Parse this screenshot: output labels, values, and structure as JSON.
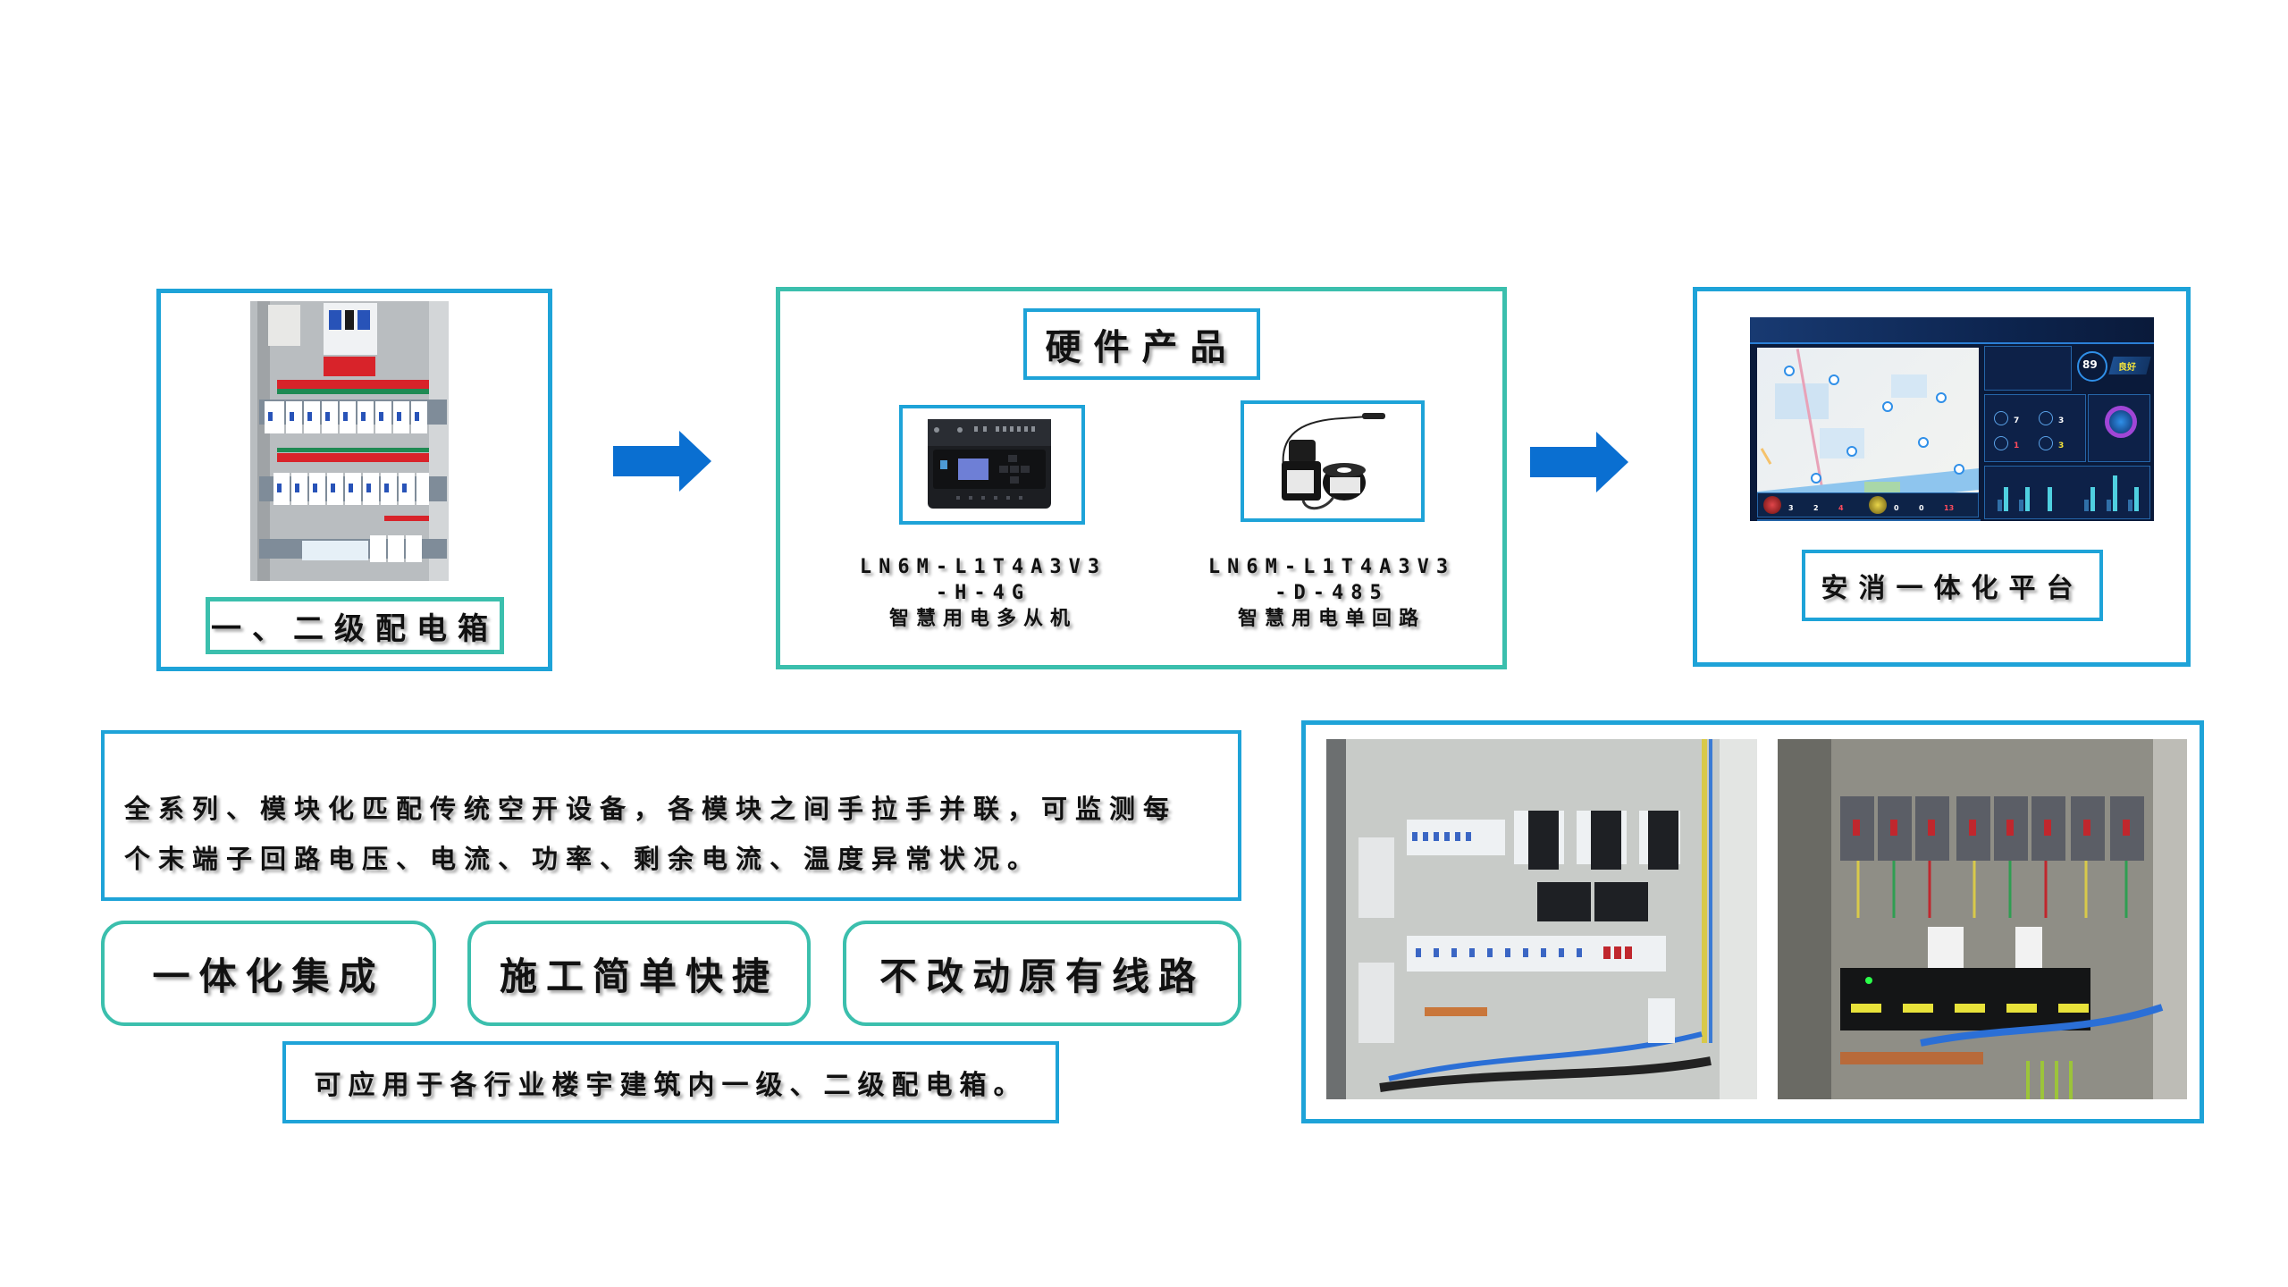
{
  "panel_cabinet": {
    "caption": "一、二级配电箱",
    "photo_icon": "distribution-cabinet-photo"
  },
  "hardware": {
    "title": "硬件产品",
    "products": [
      {
        "model_line1": "LN6M-L1T4A3V3",
        "model_line2": "-H-4G",
        "name": "智慧用电多从机",
        "photo_icon": "multi-slave-device-photo"
      },
      {
        "model_line1": "LN6M-L1T4A3V3",
        "model_line2": "-D-485",
        "name": "智慧用电单回路",
        "photo_icon": "single-circuit-sensor-photo"
      }
    ]
  },
  "platform": {
    "caption": "安消一体化平台",
    "dashboard": {
      "score": "89",
      "status": "良好",
      "stats": [
        {
          "value": "7"
        },
        {
          "value": "3"
        },
        {
          "value": "1"
        },
        {
          "value": "3"
        }
      ],
      "footer_left": [
        "3",
        "2",
        "4"
      ],
      "footer_right": [
        "0",
        "0",
        "13"
      ],
      "chart": {
        "series_a": [
          1,
          1,
          0,
          0,
          1,
          1,
          1
        ],
        "series_b": [
          2,
          2,
          2,
          0,
          2,
          3,
          2
        ],
        "max": 3
      }
    }
  },
  "arrows": [
    {
      "icon": "right-arrow-icon",
      "color": "#0a6fd1"
    },
    {
      "icon": "right-arrow-icon",
      "color": "#0a6fd1"
    }
  ],
  "description": {
    "line1": "全系列、模块化匹配传统空开设备，各模块之间手拉手并联，可监测每",
    "line2": "个末端子回路电压、电流、功率、剩余电流、温度异常状况。"
  },
  "features": [
    "一体化集成",
    "施工简单快捷",
    "不改动原有线路"
  ],
  "application": "可应用于各行业楼宇建筑内一级、二级配电箱。",
  "site_photos": [
    {
      "icon": "installed-cabinet-photo-1"
    },
    {
      "icon": "installed-cabinet-photo-2"
    }
  ],
  "colors": {
    "border_blue": "#1ea3d8",
    "border_teal": "#3bbfad",
    "arrow_blue": "#0a6fd1"
  }
}
